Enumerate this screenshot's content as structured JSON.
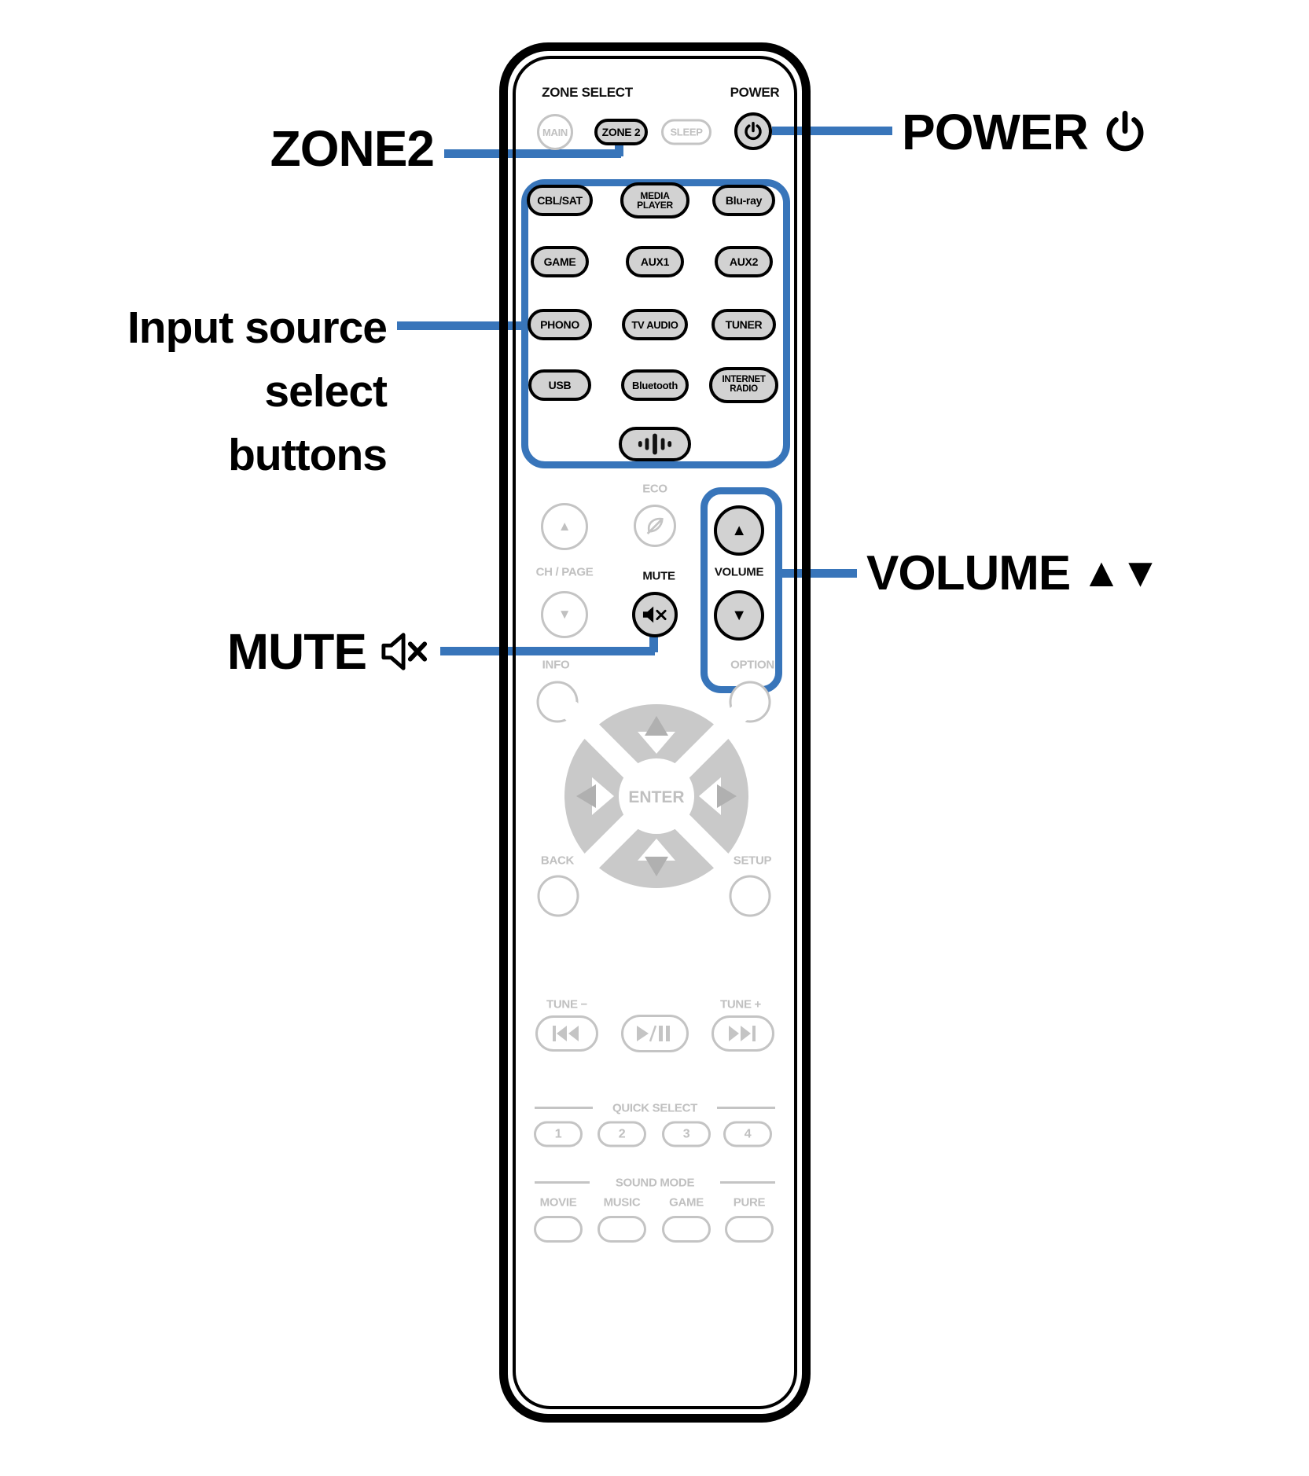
{
  "colors": {
    "callout_blue": "#3875BA",
    "button_fill_gray": "#D2D2D2",
    "ghost_gray": "#C4C4C4",
    "text_black": "#000000",
    "background": "#FFFFFF"
  },
  "callouts": {
    "zone2": "ZONE2",
    "power": "POWER",
    "input_source_line1": "Input source",
    "input_source_line2": "select",
    "input_source_line3": "buttons",
    "mute": "MUTE",
    "volume": "VOLUME"
  },
  "icons": {
    "power": "power-icon",
    "mute": "mute-speaker-x-icon",
    "volume_updown": "volume-up-down-triangles-icon",
    "eco": "eco-leaf-icon",
    "heos": "sound-wave-bars-icon",
    "skip_back": "skip-back-icon",
    "play_pause": "play-pause-icon",
    "skip_forward": "skip-forward-icon",
    "nav_pad": "navigation-pad"
  },
  "glyphs": {
    "up_triangle": "▲",
    "down_triangle": "▼",
    "volume_updown": "▲▼"
  },
  "remote": {
    "zone_select_title": "ZONE SELECT",
    "power_title": "POWER",
    "zone_main": "MAIN",
    "zone_zone2": "ZONE 2",
    "zone_sleep": "SLEEP",
    "sources": {
      "cbl_sat": "CBL/SAT",
      "media_player_line1": "MEDIA",
      "media_player_line2": "PLAYER",
      "blu_ray": "Blu-ray",
      "game": "GAME",
      "aux1": "AUX1",
      "aux2": "AUX2",
      "phono": "PHONO",
      "tv_audio": "TV AUDIO",
      "tuner": "TUNER",
      "usb": "USB",
      "bluetooth": "Bluetooth",
      "internet_radio_line1": "INTERNET",
      "internet_radio_line2": "RADIO"
    },
    "eco_label": "ECO",
    "ch_page_label": "CH / PAGE",
    "mute_label": "MUTE",
    "volume_label": "VOLUME",
    "info_label": "INFO",
    "option_label": "OPTION",
    "enter_label": "ENTER",
    "back_label": "BACK",
    "setup_label": "SETUP",
    "tune_minus_label": "TUNE −",
    "tune_plus_label": "TUNE +",
    "quick_select_title": "QUICK SELECT",
    "quick_1": "1",
    "quick_2": "2",
    "quick_3": "3",
    "quick_4": "4",
    "sound_mode_title": "SOUND MODE",
    "sound_movie": "MOVIE",
    "sound_music": "MUSIC",
    "sound_game": "GAME",
    "sound_pure": "PURE"
  }
}
